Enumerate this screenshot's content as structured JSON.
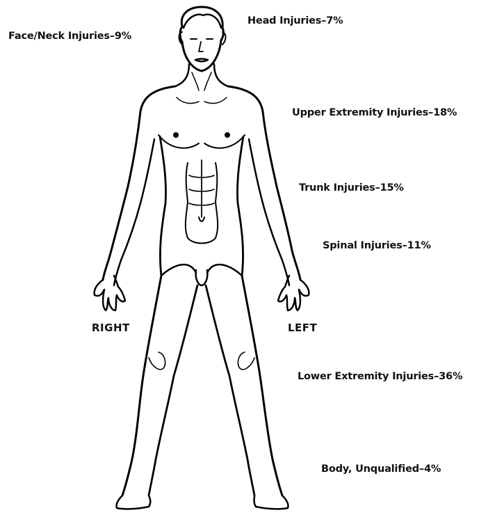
{
  "labels": {
    "head": "Head Injuries–7%",
    "face_neck": "Face/Neck Injuries–9%",
    "upper_extremity": "Upper Extremity Injuries–18%",
    "trunk": "Trunk Injuries–15%",
    "spinal": "Spinal Injuries–11%",
    "lower_extremity": "Lower Extremity Injuries–36%",
    "body_unqualified": "Body, Unqualified–4%"
  },
  "sides": {
    "right": "RIGHT",
    "left": "LEFT"
  },
  "injury_distribution_percent": {
    "head": 7,
    "face_neck": 9,
    "upper_extremity": 18,
    "trunk": 15,
    "spinal": 11,
    "lower_extremity": 36,
    "body_unqualified": 4
  },
  "figure_icon": "human-body-front-outline",
  "line_color": "#000000"
}
